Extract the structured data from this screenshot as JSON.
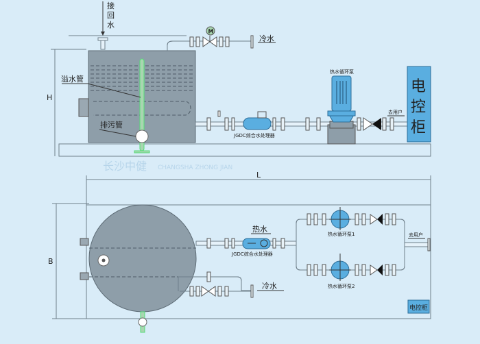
{
  "watermark": {
    "cn": "长沙中健",
    "en": "CHANGSHA ZHONG JIAN"
  },
  "front_view": {
    "return_water": [
      "接",
      "回",
      "水"
    ],
    "cold_water": "冷水",
    "motor_label": "M",
    "overflow_pipe": "溢水管",
    "drain_pipe": "排污管",
    "processor": "JGDC综合水处理器",
    "pump": "热水循环泵",
    "to_user": "去用户",
    "cabinet": [
      "电",
      "控",
      "柜"
    ],
    "height_dim": "H"
  },
  "top_view": {
    "length_dim": "L",
    "width_dim": "B",
    "hot_water": "热水",
    "processor": "JGDC综合水处理器",
    "pump1": "热水循环泵1",
    "pump2": "热水循环泵2",
    "to_user": "去用户",
    "cold_water": "冷水",
    "cabinet": "电控柜"
  },
  "colors": {
    "background": "#d9ecf8",
    "tank": "#8e9ea9",
    "equipment": "#5aaee0",
    "drain_pipe": "#a8d6b0"
  }
}
